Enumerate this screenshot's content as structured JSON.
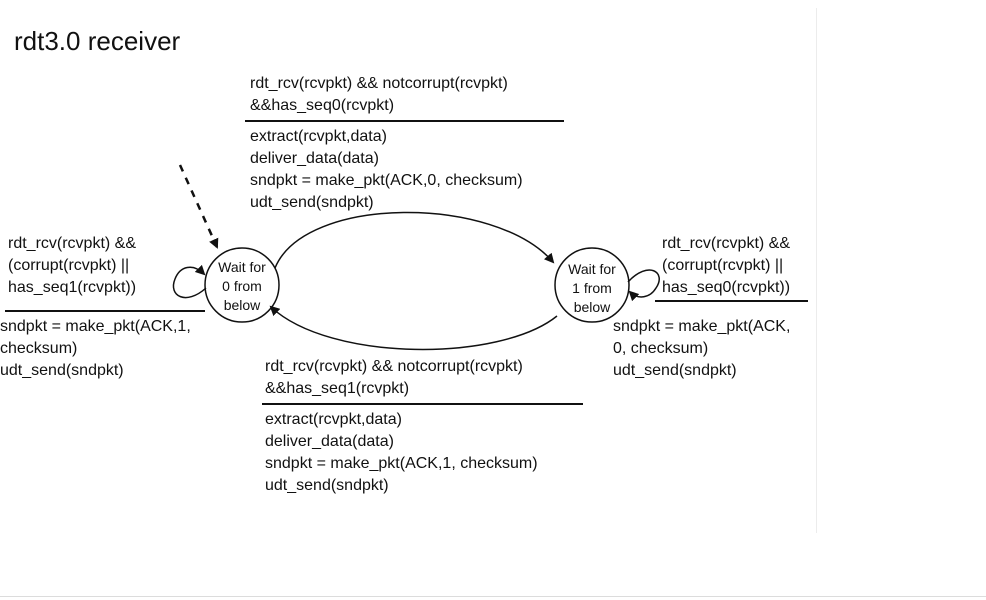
{
  "title": "rdt3.0 receiver",
  "states": {
    "s0": [
      "Wait for",
      "0 from",
      "below"
    ],
    "s1": [
      "Wait for",
      "1 from",
      "below"
    ]
  },
  "top_transition": {
    "event": [
      "rdt_rcv(rcvpkt) && notcorrupt(rcvpkt)",
      "&&has_seq0(rcvpkt)"
    ],
    "actions": [
      "extract(rcvpkt,data)",
      "deliver_data(data)",
      "sndpkt = make_pkt(ACK,0, checksum)",
      "udt_send(sndpkt)"
    ]
  },
  "bottom_transition": {
    "event": [
      "rdt_rcv(rcvpkt) && notcorrupt(rcvpkt)",
      "&&has_seq1(rcvpkt)"
    ],
    "actions": [
      "extract(rcvpkt,data)",
      "deliver_data(data)",
      "sndpkt = make_pkt(ACK,1, checksum)",
      "udt_send(sndpkt)"
    ]
  },
  "left_self_loop": {
    "event": [
      "rdt_rcv(rcvpkt) &&",
      "(corrupt(rcvpkt) ||",
      "has_seq1(rcvpkt))"
    ],
    "actions": [
      "sndpkt = make_pkt(ACK,1,",
      "checksum)",
      "udt_send(sndpkt)"
    ]
  },
  "right_self_loop": {
    "event": [
      "rdt_rcv(rcvpkt) &&",
      "(corrupt(rcvpkt) ||",
      "has_seq0(rcvpkt))"
    ],
    "actions": [
      "sndpkt = make_pkt(ACK,",
      "0, checksum)",
      "udt_send(sndpkt)"
    ]
  }
}
